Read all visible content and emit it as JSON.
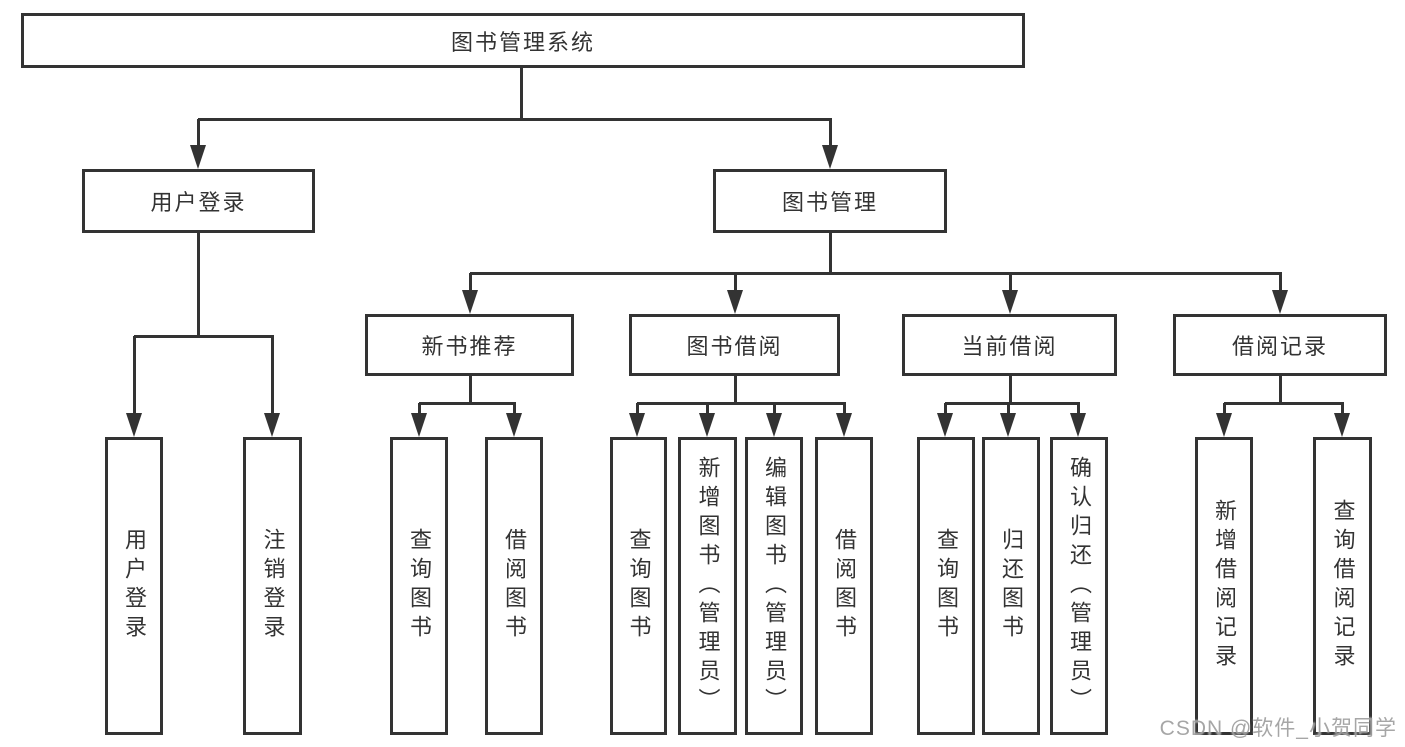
{
  "diagram_title": "图书管理系统",
  "tree": {
    "root": {
      "label": "图书管理系统",
      "children": [
        {
          "label": "用户登录",
          "children": [
            {
              "label": "用户登录"
            },
            {
              "label": "注销登录"
            }
          ]
        },
        {
          "label": "图书管理",
          "children": [
            {
              "label": "新书推荐",
              "children": [
                {
                  "label": "查询图书"
                },
                {
                  "label": "借阅图书"
                }
              ]
            },
            {
              "label": "图书借阅",
              "children": [
                {
                  "label": "查询图书"
                },
                {
                  "label": "新增图书（管理员）"
                },
                {
                  "label": "编辑图书（管理员）"
                },
                {
                  "label": "借阅图书"
                }
              ]
            },
            {
              "label": "当前借阅",
              "children": [
                {
                  "label": "查询图书"
                },
                {
                  "label": "归还图书"
                },
                {
                  "label": "确认归还（管理员）"
                }
              ]
            },
            {
              "label": "借阅记录",
              "children": [
                {
                  "label": "新增借阅记录"
                },
                {
                  "label": "查询借阅记录"
                }
              ]
            }
          ]
        }
      ]
    }
  },
  "watermark": {
    "text": "CSDN @软件_小贺同学"
  },
  "colors": {
    "line": "#333333",
    "box_border": "#333333",
    "text": "#333333",
    "background": "#ffffff",
    "watermark": "#979797"
  }
}
